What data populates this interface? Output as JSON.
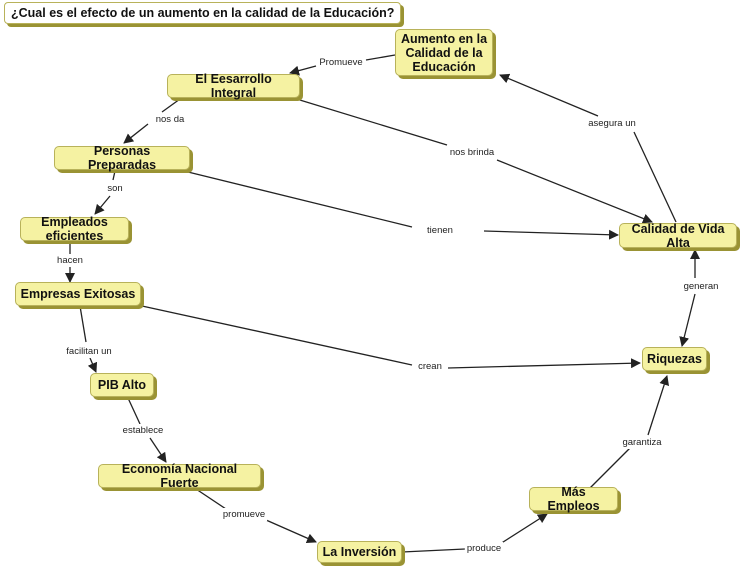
{
  "title": "¿Cual es el efecto de un aumento en la calidad de la Educación?",
  "nodes": {
    "aumento": "Aumento en la\nCalidad de la\nEducación",
    "desarrollo": "El Eesarrollo Integral",
    "personas": "Personas Preparadas",
    "empleados": "Empleados eficientes",
    "empresas": "Empresas Exitosas",
    "pib": "PIB Alto",
    "economia": "Economía Nacional Fuerte",
    "inversion": "La Inversión",
    "empleos": "Más Empleos",
    "riquezas": "Riquezas",
    "calidad": "Calidad de Vida Alta"
  },
  "links": {
    "promueve": "Promueve",
    "nos_da": "nos da",
    "nos_brinda": "nos brinda",
    "son": "son",
    "tienen": "tienen",
    "hacen": "hacen",
    "facilitan": "facilitan un",
    "crean": "crean",
    "establece": "establece",
    "promueve2": "promueve",
    "produce": "produce",
    "garantiza": "garantiza",
    "generan": "generan",
    "asegura": "asegura un"
  }
}
